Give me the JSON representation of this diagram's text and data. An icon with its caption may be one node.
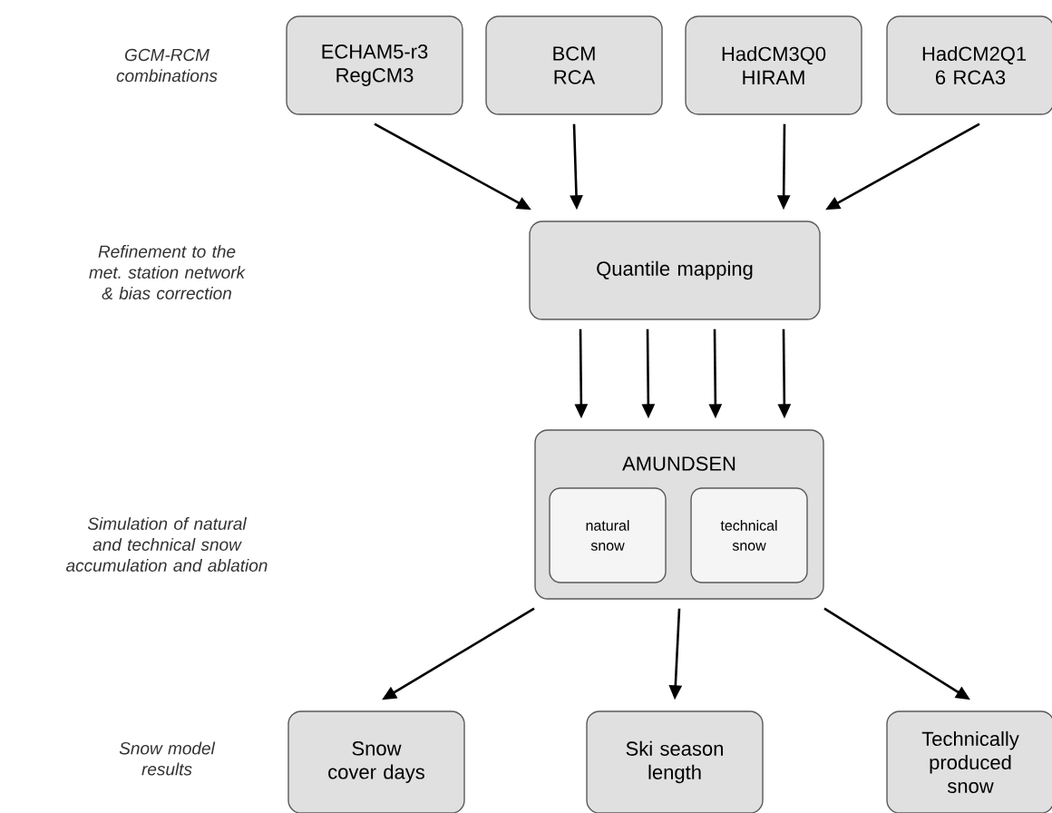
{
  "diagram": {
    "nodes": [
      {
        "text": [
          "ECHAM5-r3 RegCM3"
        ]
      },
      {
        "text": [
          "BCM RCA"
        ]
      },
      {
        "text": [
          "HadCM3Q0 HIRAM"
        ]
      },
      {
        "text": [
          "HadCM2Q1 6 RCA3"
        ]
      },
      {
        "text": [
          "Quantile mapping"
        ]
      },
      {
        "text": [
          "AMUNDSEN"
        ]
      },
      {
        "text": [
          "natural snow"
        ],
        "in": 5
      },
      {
        "text": [
          "technical snow"
        ],
        "in": 5
      },
      {
        "text": [
          "Snow cover days"
        ]
      },
      {
        "text": [
          "Ski season length"
        ]
      },
      {
        "text": [
          "Technically produced snow"
        ]
      }
    ],
    "edges": [
      {
        "from": 0,
        "to": 4,
        "arrow": "to"
      },
      {
        "from": 1,
        "to": 4,
        "arrow": "to"
      },
      {
        "from": 2,
        "to": 4,
        "arrow": "to"
      },
      {
        "from": 3,
        "to": 4,
        "arrow": "to"
      },
      {
        "from": 4,
        "to": 5,
        "arrow": "to"
      },
      {
        "from": 4,
        "to": 5,
        "arrow": "to"
      },
      {
        "from": 4,
        "to": 5,
        "arrow": "to"
      },
      {
        "from": 4,
        "to": 5,
        "arrow": "to"
      },
      {
        "from": 5,
        "to": 8,
        "arrow": "to"
      },
      {
        "from": 5,
        "to": 9,
        "arrow": "to"
      },
      {
        "from": 5,
        "to": 10,
        "arrow": "to"
      }
    ],
    "labels": [
      "GCM-RCM combinations",
      "Refinement to the met. station network & bias correction",
      "Simulation of natural and technical snow accumulation and ablation",
      "Snow model results"
    ]
  }
}
